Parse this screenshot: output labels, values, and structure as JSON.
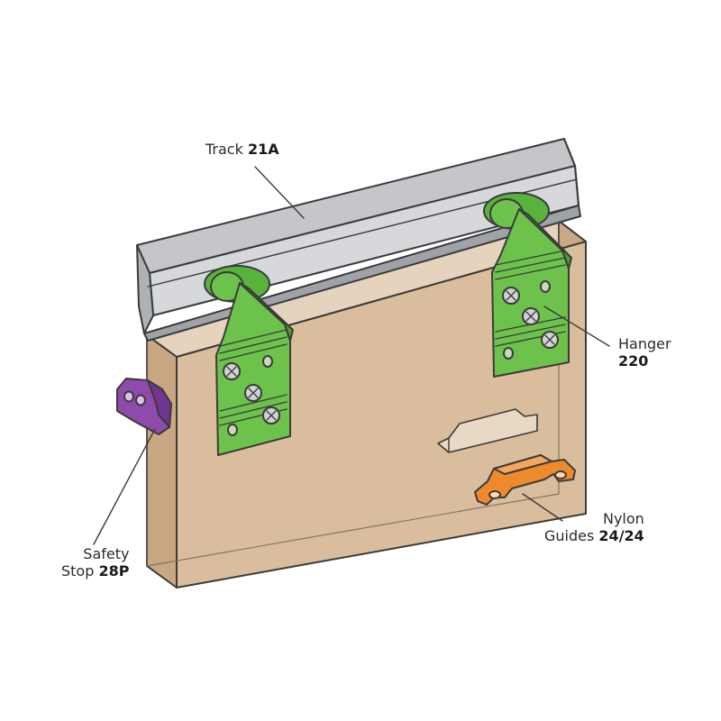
{
  "labels": {
    "track": {
      "name": "Track",
      "code": "21A"
    },
    "hanger": {
      "name": "Hanger",
      "code": "220"
    },
    "nylon_guides": {
      "line1": "Nylon",
      "name": "Guides",
      "code": "24/24"
    },
    "safety_stop": {
      "line1": "Safety",
      "name": "Stop",
      "code": "28P"
    }
  },
  "colors": {
    "track": "#c4c6c9",
    "panel": "#d9bd9d",
    "hanger": "#6cc24a",
    "roller": "#58b33c",
    "safety_stop": "#8e4bab",
    "nylon_guides": "#ef8a2c",
    "outline": "#3b3b3b"
  }
}
